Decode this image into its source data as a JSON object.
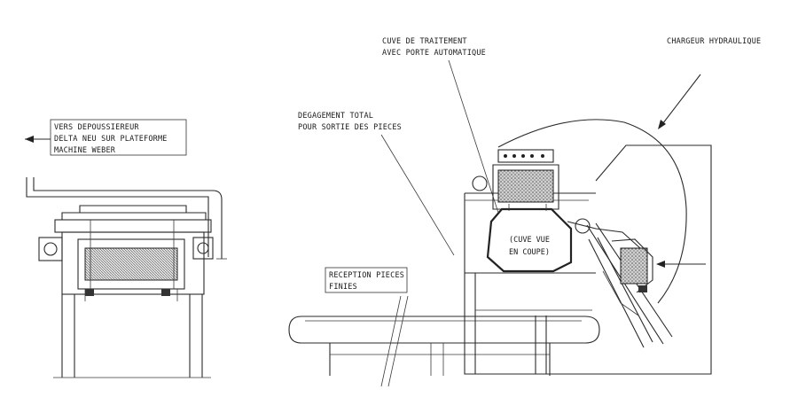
{
  "labels": {
    "vers_depoussiereur": [
      "VERS DEPOUSSIEREUR",
      "DELTA NEU SUR PLATEFORME",
      "MACHINE WEBER"
    ],
    "cuve_traitement": [
      "CUVE DE TRAITEMENT",
      "AVEC PORTE AUTOMATIQUE"
    ],
    "chargeur": [
      "CHARGEUR HYDRAULIQUE"
    ],
    "degagement": [
      "DEGAGEMENT TOTAL",
      "POUR SORTIE DES PIECES"
    ],
    "reception": [
      "RECEPTION PIECES",
      "FINIES"
    ],
    "cuve_vue": [
      "(CUVE VUE",
      "EN COUPE)"
    ]
  },
  "colors": {
    "ink": "#2a2a2a",
    "paper": "#ffffff",
    "hatch": "#8a8a8a"
  }
}
